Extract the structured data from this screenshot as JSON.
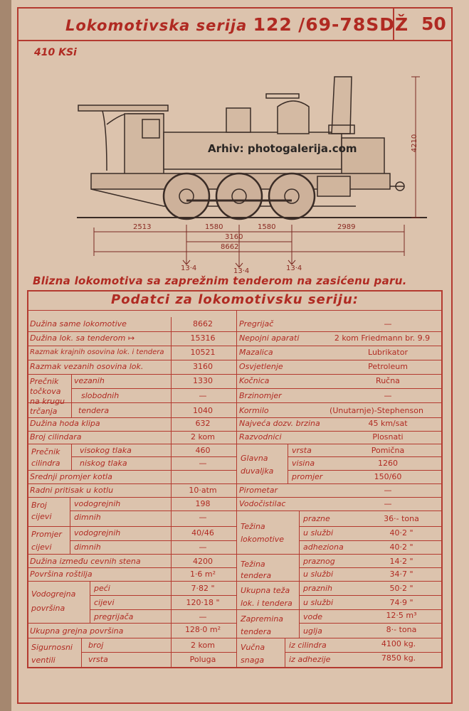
{
  "header": {
    "title": "Lokomotivska serija",
    "series": "122",
    "numbers": "/69-78SDŽ",
    "page": "50"
  },
  "kind": "410 KSi",
  "watermark": "Arhiv: photogalerija.com",
  "drawing": {
    "height": "4210",
    "segments": [
      "2513",
      "1580",
      "1580",
      "2989"
    ],
    "wheelbase": "3160",
    "total": "8662",
    "loads": [
      "13·4",
      "13·4",
      "13·4"
    ]
  },
  "caption": "Blizna lokomotiva sa zaprežnim tenderom na zasićenu paru.",
  "table_title": "Podatci za lokomotivsku seriju:",
  "left": [
    {
      "label": "Dužina same lokomotive",
      "value": "8662"
    },
    {
      "label": "Dužina lok. sa tenderom ↦",
      "value": "15316"
    },
    {
      "label": "Razmak krajnih osovina lok. i tendera",
      "value": "10521"
    },
    {
      "label": "Razmak vezanih osovina lok.",
      "value": "3160"
    },
    {
      "group": "Prečnik točkova na krugu trčanja",
      "sub": [
        {
          "label": "vezanih",
          "value": "1330"
        },
        {
          "label": "slobodnih",
          "value": "—"
        },
        {
          "label": "tendera",
          "value": "1040"
        }
      ]
    },
    {
      "label": "Dužina hoda klipa",
      "value": "632"
    },
    {
      "label": "Broj cilindara",
      "value": "2 kom"
    },
    {
      "group": "Prečnik cilindra",
      "sub": [
        {
          "label": "visokog tlaka",
          "value": "460"
        },
        {
          "label": "niskog tlaka",
          "value": "—"
        }
      ]
    },
    {
      "label": "Srednji promjer kotla",
      "value": ""
    },
    {
      "label": "Radni pritisak u kotlu",
      "value": "10·atm"
    },
    {
      "group": "Broj cijevi",
      "sub": [
        {
          "label": "vodogrejnih",
          "value": "198"
        },
        {
          "label": "dimnih",
          "value": "—"
        }
      ]
    },
    {
      "group": "Promjer cijevi",
      "sub": [
        {
          "label": "vodogrejnih",
          "value": "40/46"
        },
        {
          "label": "dimnih",
          "value": "—"
        }
      ]
    },
    {
      "label": "Dužina između cevnih stena",
      "value": "4200"
    },
    {
      "label": "Površina roštilja",
      "value": "1·6 m²"
    },
    {
      "group": "Vodogrejna površina",
      "sub": [
        {
          "label": "peći",
          "value": "7·82 \""
        },
        {
          "label": "cijevi",
          "value": "120·18 \""
        },
        {
          "label": "pregrijača",
          "value": "—"
        }
      ]
    },
    {
      "label": "Ukupna grejna površina",
      "value": "128·0 m²"
    },
    {
      "group": "Sigurnosni ventili",
      "sub": [
        {
          "label": "broj",
          "value": "2 kom"
        },
        {
          "label": "vrsta",
          "value": "Poluga"
        }
      ]
    }
  ],
  "right": {
    "pregrijac": {
      "label": "Pregrijač",
      "value": "—"
    },
    "nepojni": {
      "label": "Nepojni aparati",
      "value": "2 kom Friedmann br. 9.9"
    },
    "mazalica": {
      "label": "Mazalica",
      "value": "Lubrikator"
    },
    "osvjetlenje": {
      "label": "Osvjetlenje",
      "value": "Petroleum"
    },
    "kocnica": {
      "label": "Kočnica",
      "value": "Ručna"
    },
    "brzinomjer": {
      "label": "Brzinomjer",
      "value": "—"
    },
    "kormilo": {
      "label": "Kormilo",
      "value": "(Unutarnje)-Stephenson"
    },
    "brzina": {
      "label": "Najveća dozv. brzina",
      "value": "45 km/sat"
    },
    "razvodnici": {
      "label": "Razvodnici",
      "value": "Plosnati"
    },
    "duvaljka": {
      "label": "Glavna duvaljka",
      "sub": [
        {
          "label": "vrsta",
          "value": "Pomična"
        },
        {
          "label": "visina",
          "value": "1260"
        },
        {
          "label": "promjer",
          "value": "150/60"
        }
      ]
    },
    "pirometar": {
      "label": "Pirometar",
      "value": "—"
    },
    "vodocistilac": {
      "label": "Vodočistilac",
      "value": "—"
    },
    "tezina_lok": {
      "label": "Težina lokomotive",
      "sub": [
        {
          "label": "prazne",
          "value": "36·- tona"
        },
        {
          "label": "u službi",
          "value": "40·2 \""
        },
        {
          "label": "adheziona",
          "value": "40·2 \""
        }
      ]
    },
    "tezina_tend": {
      "label": "Težina tendera",
      "sub": [
        {
          "label": "praznog",
          "value": "14·2 \""
        },
        {
          "label": "u službi",
          "value": "34·7 \""
        }
      ]
    },
    "ukupna": {
      "label": "Ukupna teža lok. i tendera",
      "sub": [
        {
          "label": "praznih",
          "value": "50·2 \""
        },
        {
          "label": "u službi",
          "value": "74·9 \""
        }
      ]
    },
    "zapremina": {
      "label": "Zapremina tendera",
      "sub": [
        {
          "label": "vode",
          "value": "12·5 m³"
        },
        {
          "label": "uglja",
          "value": "8·- tona"
        }
      ]
    },
    "snaga": {
      "label": "Vučna snaga",
      "sub": [
        {
          "label": "iz cilindra",
          "value": "4100 kg."
        },
        {
          "label": "iz adhezije",
          "value": "7850 kg."
        }
      ]
    }
  },
  "colors": {
    "paper": "#dcc3ad",
    "ink": "#b02a22",
    "drawing": "#2e2622"
  }
}
